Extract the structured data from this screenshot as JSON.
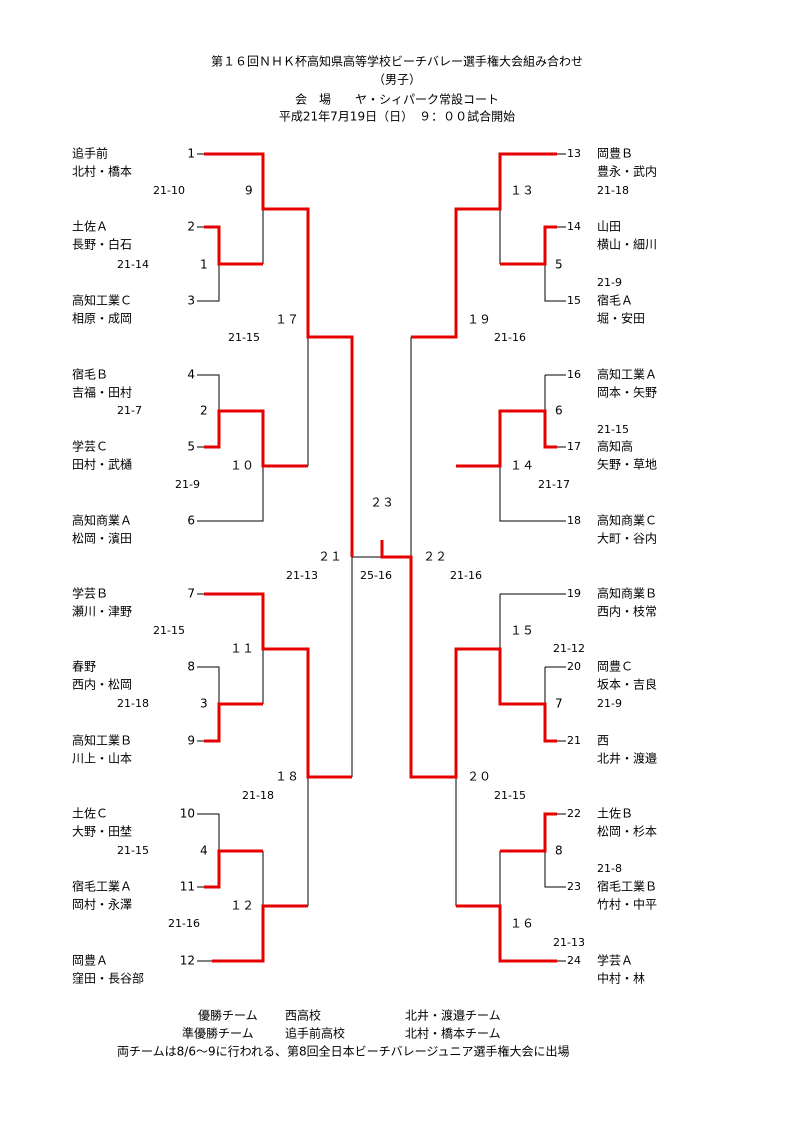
{
  "header": {
    "title": "第１６回ＮＨＫ杯高知県高等学校ビーチバレー選手権大会組み合わせ",
    "division": "（男子）",
    "venue": "会　場　　ヤ・シィパーク常設コート",
    "date": "平成21年7月19日（日）　９：００試合開始"
  },
  "colors": {
    "winner_line": "#e60000",
    "line": "#000000"
  },
  "teams": [
    {
      "seed": "1",
      "school": "追手前",
      "players": "北村・橋本"
    },
    {
      "seed": "2",
      "school": "土佐Ａ",
      "players": "長野・白石"
    },
    {
      "seed": "3",
      "school": "高知工業Ｃ",
      "players": "相原・成岡"
    },
    {
      "seed": "4",
      "school": "宿毛Ｂ",
      "players": "吉福・田村"
    },
    {
      "seed": "5",
      "school": "学芸Ｃ",
      "players": "田村・武樋"
    },
    {
      "seed": "6",
      "school": "高知商業Ａ",
      "players": "松岡・濱田"
    },
    {
      "seed": "7",
      "school": "学芸Ｂ",
      "players": "瀬川・津野"
    },
    {
      "seed": "8",
      "school": "春野",
      "players": "西内・松岡"
    },
    {
      "seed": "9",
      "school": "高知工業Ｂ",
      "players": "川上・山本"
    },
    {
      "seed": "10",
      "school": "土佐Ｃ",
      "players": "大野・田埜"
    },
    {
      "seed": "11",
      "school": "宿毛工業Ａ",
      "players": "岡村・永澤"
    },
    {
      "seed": "12",
      "school": "岡豊Ａ",
      "players": "窪田・長谷部"
    },
    {
      "seed": "13",
      "school": "岡豊Ｂ",
      "players": "豊永・武内"
    },
    {
      "seed": "14",
      "school": "山田",
      "players": "横山・細川"
    },
    {
      "seed": "15",
      "school": "宿毛Ａ",
      "players": "堀・安田"
    },
    {
      "seed": "16",
      "school": "高知工業Ａ",
      "players": "岡本・矢野"
    },
    {
      "seed": "17",
      "school": "高知高",
      "players": "矢野・草地"
    },
    {
      "seed": "18",
      "school": "高知商業Ｃ",
      "players": "大町・谷内"
    },
    {
      "seed": "19",
      "school": "高知商業Ｂ",
      "players": "西内・枝常"
    },
    {
      "seed": "20",
      "school": "岡豊Ｃ",
      "players": "坂本・吉良"
    },
    {
      "seed": "21",
      "school": "西",
      "players": "北井・渡邉"
    },
    {
      "seed": "22",
      "school": "土佐Ｂ",
      "players": "松岡・杉本"
    },
    {
      "seed": "23",
      "school": "宿毛工業Ｂ",
      "players": "竹村・中平"
    },
    {
      "seed": "24",
      "school": "学芸Ａ",
      "players": "中村・林"
    }
  ],
  "matches": [
    {
      "no": "1",
      "score": "21-14"
    },
    {
      "no": "2",
      "score": "21-7"
    },
    {
      "no": "3",
      "score": "21-18"
    },
    {
      "no": "4",
      "score": "21-15"
    },
    {
      "no": "5",
      "score": "21-9"
    },
    {
      "no": "6",
      "score": "21-15"
    },
    {
      "no": "7",
      "score": "21-9"
    },
    {
      "no": "8",
      "score": "21-8"
    },
    {
      "no": "9",
      "score": "21-10"
    },
    {
      "no": "１０",
      "score": "21-9"
    },
    {
      "no": "１１",
      "score": "21-15"
    },
    {
      "no": "１２",
      "score": "21-16"
    },
    {
      "no": "１３",
      "score": "21-18"
    },
    {
      "no": "１４",
      "score": "21-17"
    },
    {
      "no": "１５",
      "score": "21-12"
    },
    {
      "no": "１６",
      "score": "21-13"
    },
    {
      "no": "１７",
      "score": "21-15"
    },
    {
      "no": "１８",
      "score": "21-18"
    },
    {
      "no": "１９",
      "score": "21-16"
    },
    {
      "no": "２０",
      "score": "21-15"
    },
    {
      "no": "２１",
      "score": "21-13"
    },
    {
      "no": "２２",
      "score": "21-16"
    },
    {
      "no": "２３",
      "score": "25-16"
    }
  ],
  "footer": {
    "champion_label": "優勝チーム",
    "champion_school": "西高校",
    "champion_team": "北井・渡邉チーム",
    "runnerup_label": "準優勝チーム",
    "runnerup_school": "追手前高校",
    "runnerup_team": "北村・橋本チーム",
    "note": "両チームは8/6～9に行われる、第8回全日本ビーチバレージュニア選手権大会に出場"
  }
}
